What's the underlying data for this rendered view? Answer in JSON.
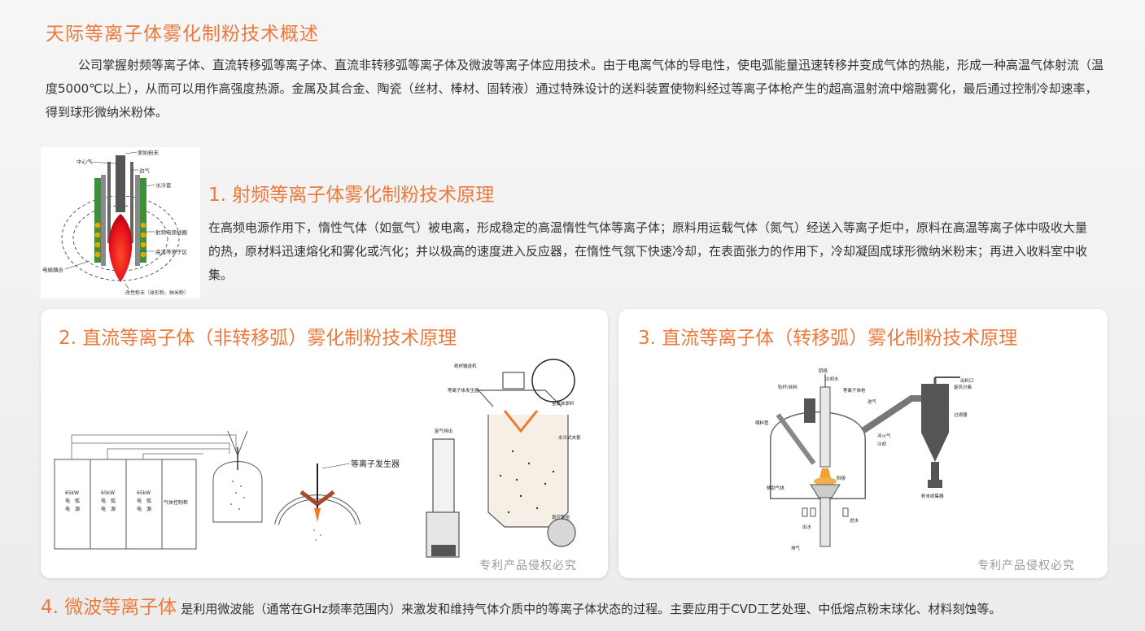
{
  "header": {
    "title": "天际等离子体雾化制粉技术概述",
    "intro": "公司掌握射频等离子体、直流转移弧等离子体、直流非转移弧等离子体及微波等离子体应用技术。由于电离气体的导电性，使电弧能量迅速转移并变成气体的热能，形成一种高温气体射流（温度5000℃以上），从而可以用作高强度热源。金属及其合金、陶瓷（丝材、棒材、固转液）通过特殊设计的送料装置使物料经过等离子体枪产生的超高温射流中熔融雾化，最后通过控制冷却速率，得到球形微纳米粉体。"
  },
  "section1": {
    "title": "1. 射频等离子体雾化制粉技术原理",
    "body": "在高频电源作用下，惰性气体（如氩气）被电离，形成稳定的高温惰性气体等离子体；原料用运载气体（氮气）经送入等离子炬中，原料在高温等离子体中吸收大量的热，原材料迅速熔化和雾化或汽化；并以极高的速度进入反应器，在惰性气氛下快速冷却，在表面张力的作用下，冷却凝固成球形微纳米粉末；再进入收料室中收集。",
    "diagram_labels": {
      "center_gas": "中心气",
      "raw_powder": "原始粉末",
      "side_gas": "边气",
      "water_jacket": "水冷套",
      "rf_coil": "射频电源线圈",
      "hot_zone": "高温等离子区",
      "coupling": "电磁耦合",
      "product": "改性粉末（球形粉、纳米粉）"
    }
  },
  "section2": {
    "title": "2. 直流等离子体（非转移弧）雾化制粉技术原理",
    "patent": "专利产品侵权必究",
    "power_units": [
      {
        "line1": "65kW",
        "line2": "电　弧",
        "line3": "电　源"
      },
      {
        "line1": "65kW",
        "line2": "电　弧",
        "line3": "电　源"
      },
      {
        "line1": "65kW",
        "line2": "电　弧",
        "line3": "电　源"
      }
    ],
    "gas_cabinet": "气体控制柜",
    "plasma_generator": "等离子发生器",
    "labels": {
      "wire_feed": "绝材输送机",
      "torch": "等离子体发生器",
      "metal_wire": "金属丝原料",
      "exhaust": "废气排出",
      "cooling_jacket": "水冷式夹套",
      "vacuum_pump": "真空泵组"
    }
  },
  "section3": {
    "title": "3. 直流等离子体（转移弧）雾化制粉技术原理",
    "patent": "专利产品侵权必究",
    "labels": {
      "cathode": "阴极",
      "cooling_water": "冷却水",
      "feed_motor": "轨杆/丝料",
      "torch_body": "等离子体枪",
      "feed_rod": "喂料管",
      "inlet": "进气",
      "powder_out": "出料口",
      "cyclone": "旋风分离",
      "filter": "过滤器",
      "collector": "粉末收集器",
      "anode": "阳极",
      "quench_gas": "淬火气",
      "cooling": "冷却",
      "aux_gas": "辅助气体",
      "inlet_bottom": "进水",
      "outlet_bottom": "出水",
      "drain": "排气"
    }
  },
  "section4": {
    "title": "4. 微波等离子体",
    "body": "是利用微波能（通常在GHz频率范围内）来激发和维持气体介质中的等离子体状态的过程。主要应用于CVD工艺处理、中低熔点粉末球化、材料刻蚀等。"
  },
  "colors": {
    "accent": "#ea7a3d",
    "text": "#333333",
    "muted": "#9a9a9a",
    "card": "#ffffff"
  }
}
